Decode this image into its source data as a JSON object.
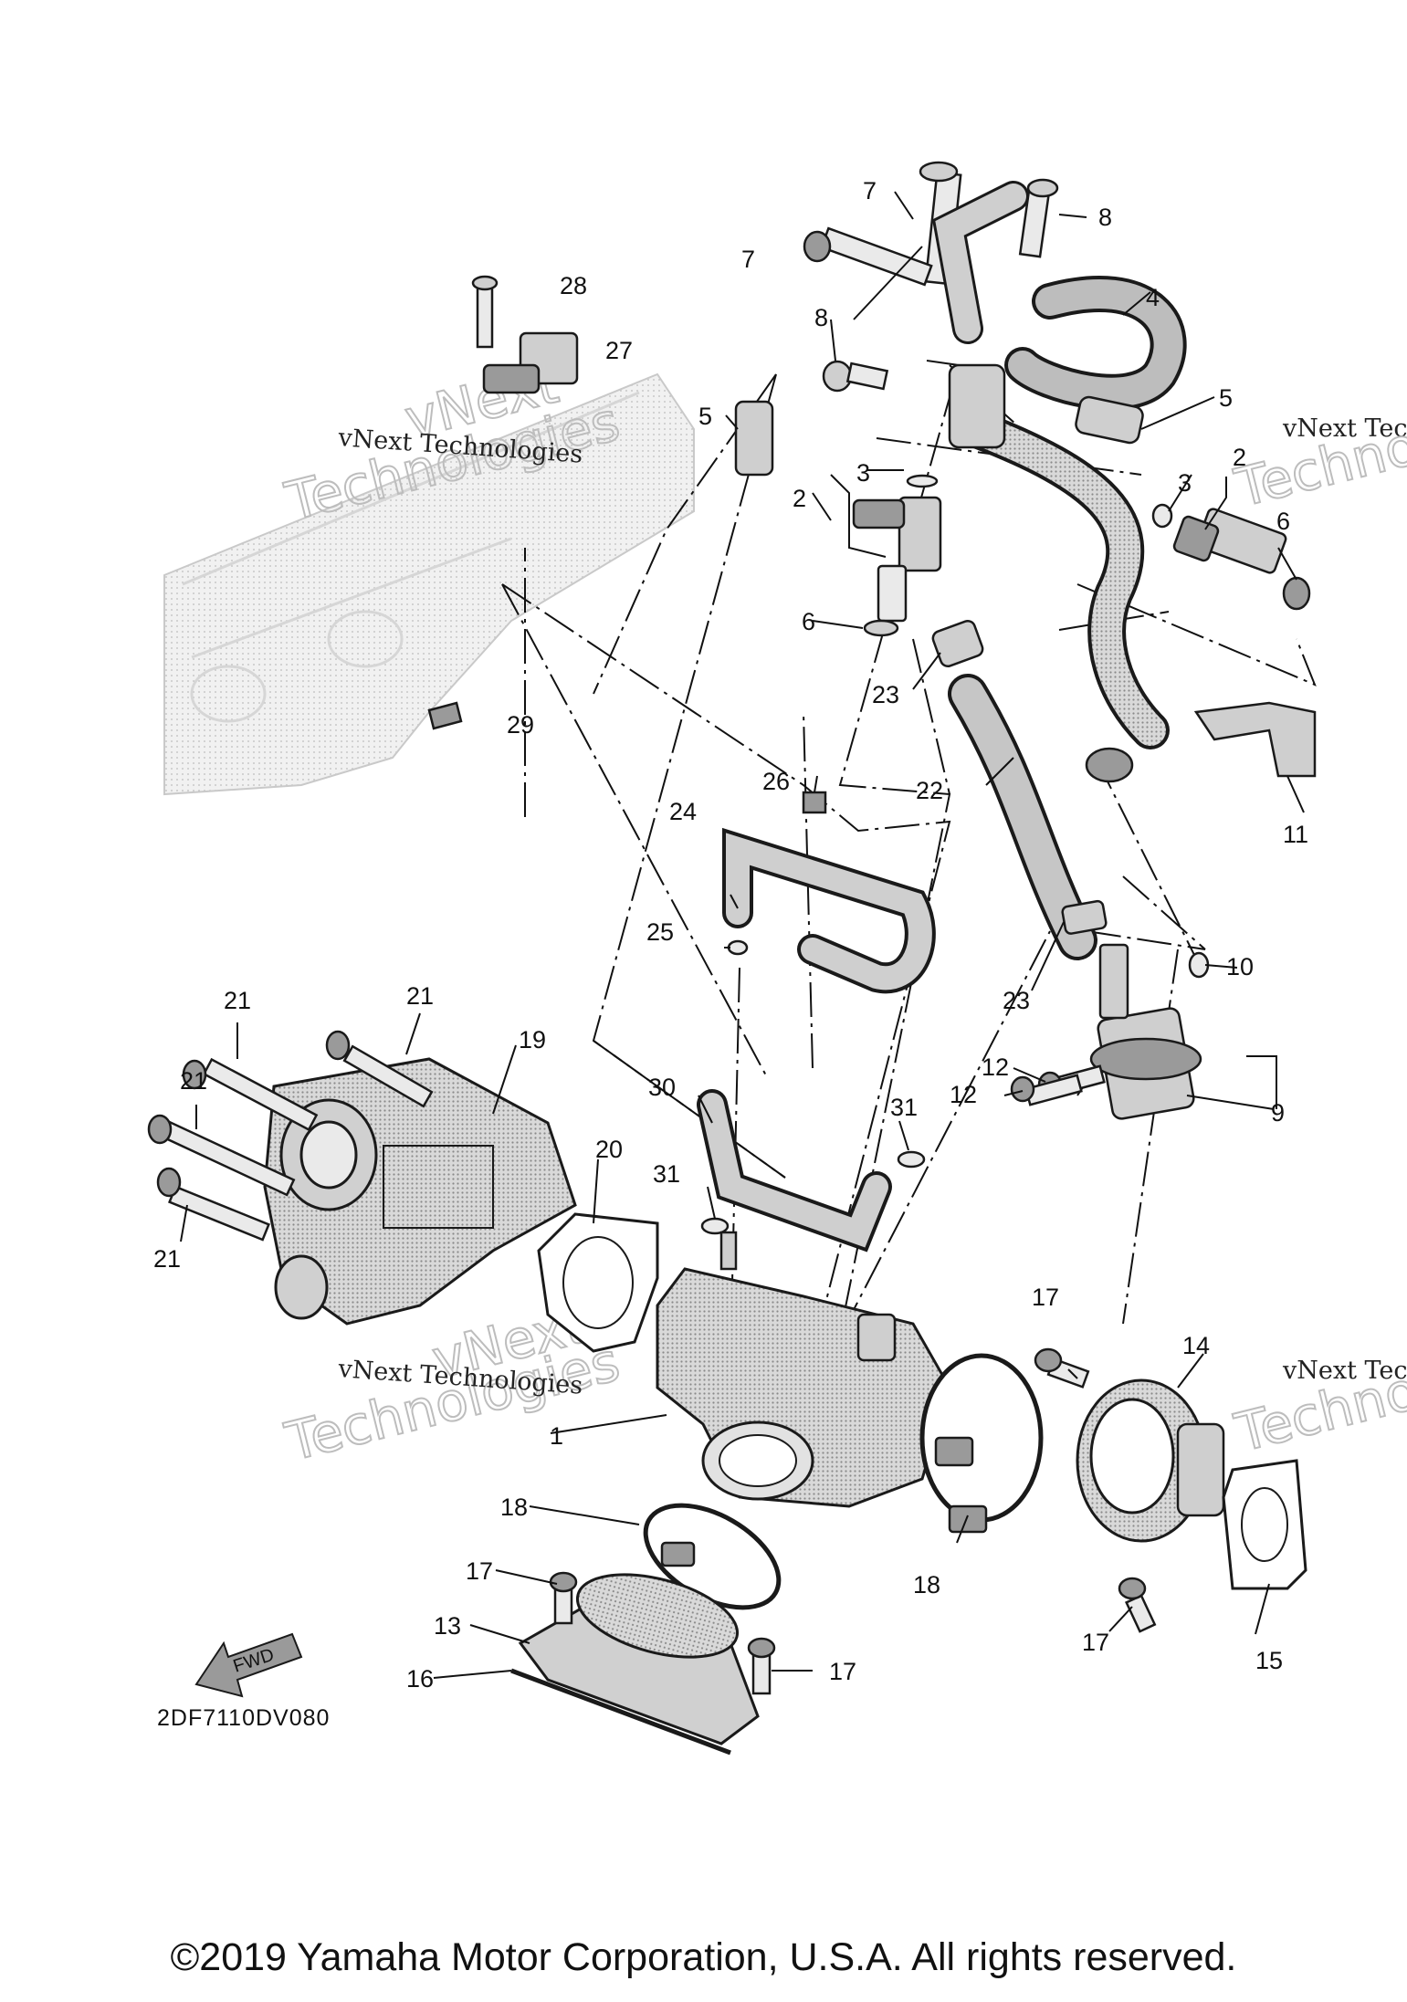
{
  "diagram_code": "2DF7110DV080",
  "copyright": "©2019 Yamaha Motor Corporation, U.S.A. All rights reserved.",
  "fwd_label": "FWD",
  "watermark": {
    "line1": "vNext Technologies",
    "line1_short": "vNext Tec",
    "big_a": "vNext",
    "big_b": "Technologies"
  },
  "callouts": {
    "c1": "1",
    "c2a": "2",
    "c2b": "2",
    "c3a": "3",
    "c3b": "3",
    "c4": "4",
    "c5a": "5",
    "c5b": "5",
    "c6a": "6",
    "c6b": "6",
    "c7a": "7",
    "c7b": "7",
    "c8a": "8",
    "c8b": "8",
    "c9": "9",
    "c10": "10",
    "c11": "11",
    "c12a": "12",
    "c12b": "12",
    "c13": "13",
    "c14": "14",
    "c15": "15",
    "c16": "16",
    "c17a": "17",
    "c17b": "17",
    "c17c": "17",
    "c17d": "17",
    "c18a": "18",
    "c18b": "18",
    "c19": "19",
    "c20": "20",
    "c21a": "21",
    "c21b": "21",
    "c21c": "21",
    "c21d": "21",
    "c22": "22",
    "c23a": "23",
    "c23b": "23",
    "c24": "24",
    "c25": "25",
    "c26": "26",
    "c27": "27",
    "c28": "28",
    "c29": "29",
    "c30": "30",
    "c31a": "31",
    "c31b": "31"
  }
}
